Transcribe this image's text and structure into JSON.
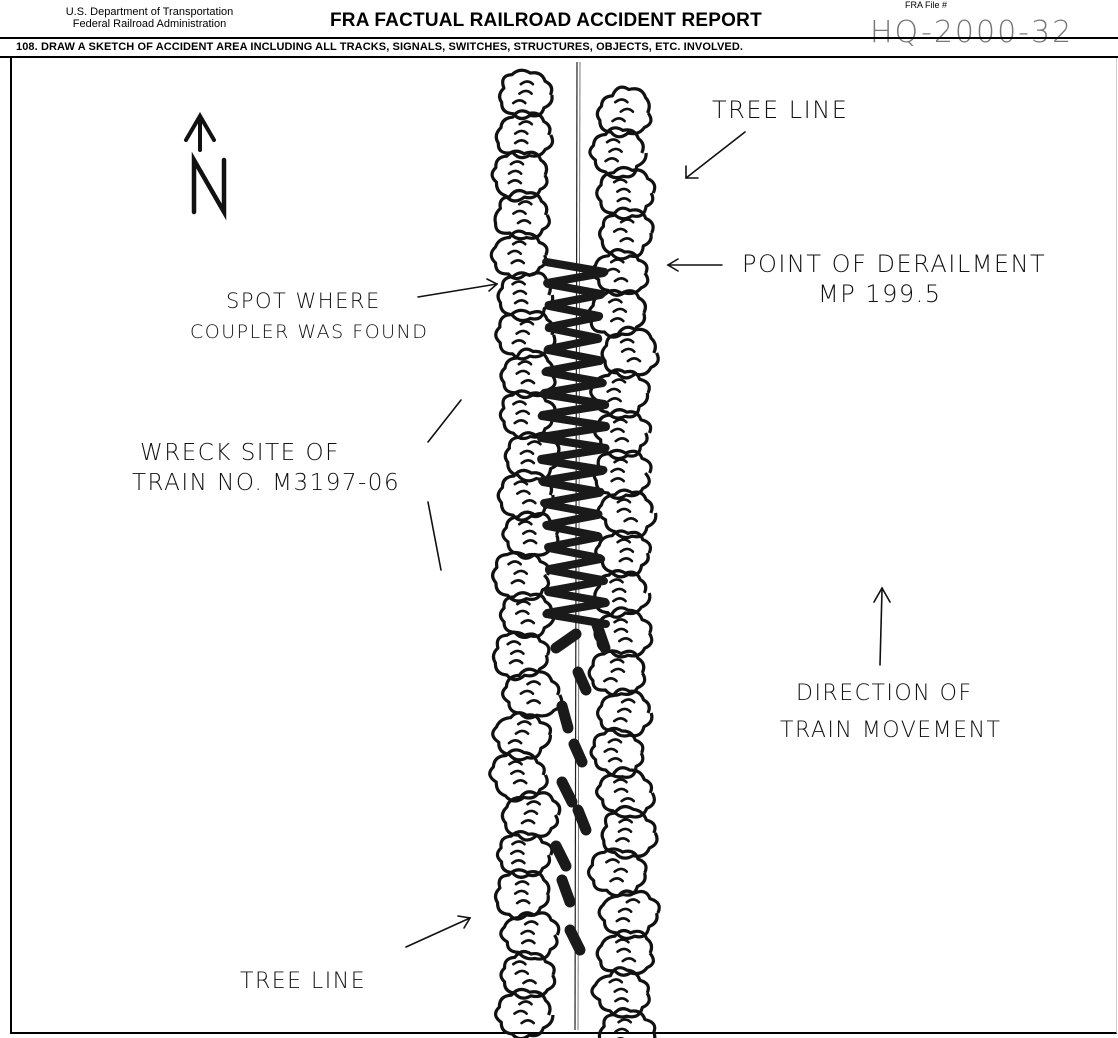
{
  "header": {
    "agency_line1": "U.S. Department of Transportation",
    "agency_line2": "Federal Railroad Administration",
    "report_title": "FRA FACTUAL RAILROAD ACCIDENT REPORT",
    "file_label": "FRA File #",
    "file_number": "HQ-2000-32"
  },
  "section": {
    "instruction": "108. DRAW A SKETCH OF ACCIDENT AREA INCLUDING ALL TRACKS, SIGNALS, SWITCHES, STRUCTURES, OBJECTS, ETC. INVOLVED."
  },
  "sketch": {
    "north_label": "N",
    "tree_line_top": "TREE LINE",
    "point_of_derailment": "POINT OF DERAILMENT",
    "milepost": "MP 199.5",
    "coupler_line1": "SPOT WHERE",
    "coupler_line2": "COUPLER WAS FOUND",
    "wreck_line1": "WRECK SITE OF",
    "wreck_line2": "TRAIN NO. M3197-06",
    "direction_line1": "DIRECTION OF",
    "direction_line2": "TRAIN MOVEMENT",
    "tree_line_bottom": "TREE LINE"
  }
}
